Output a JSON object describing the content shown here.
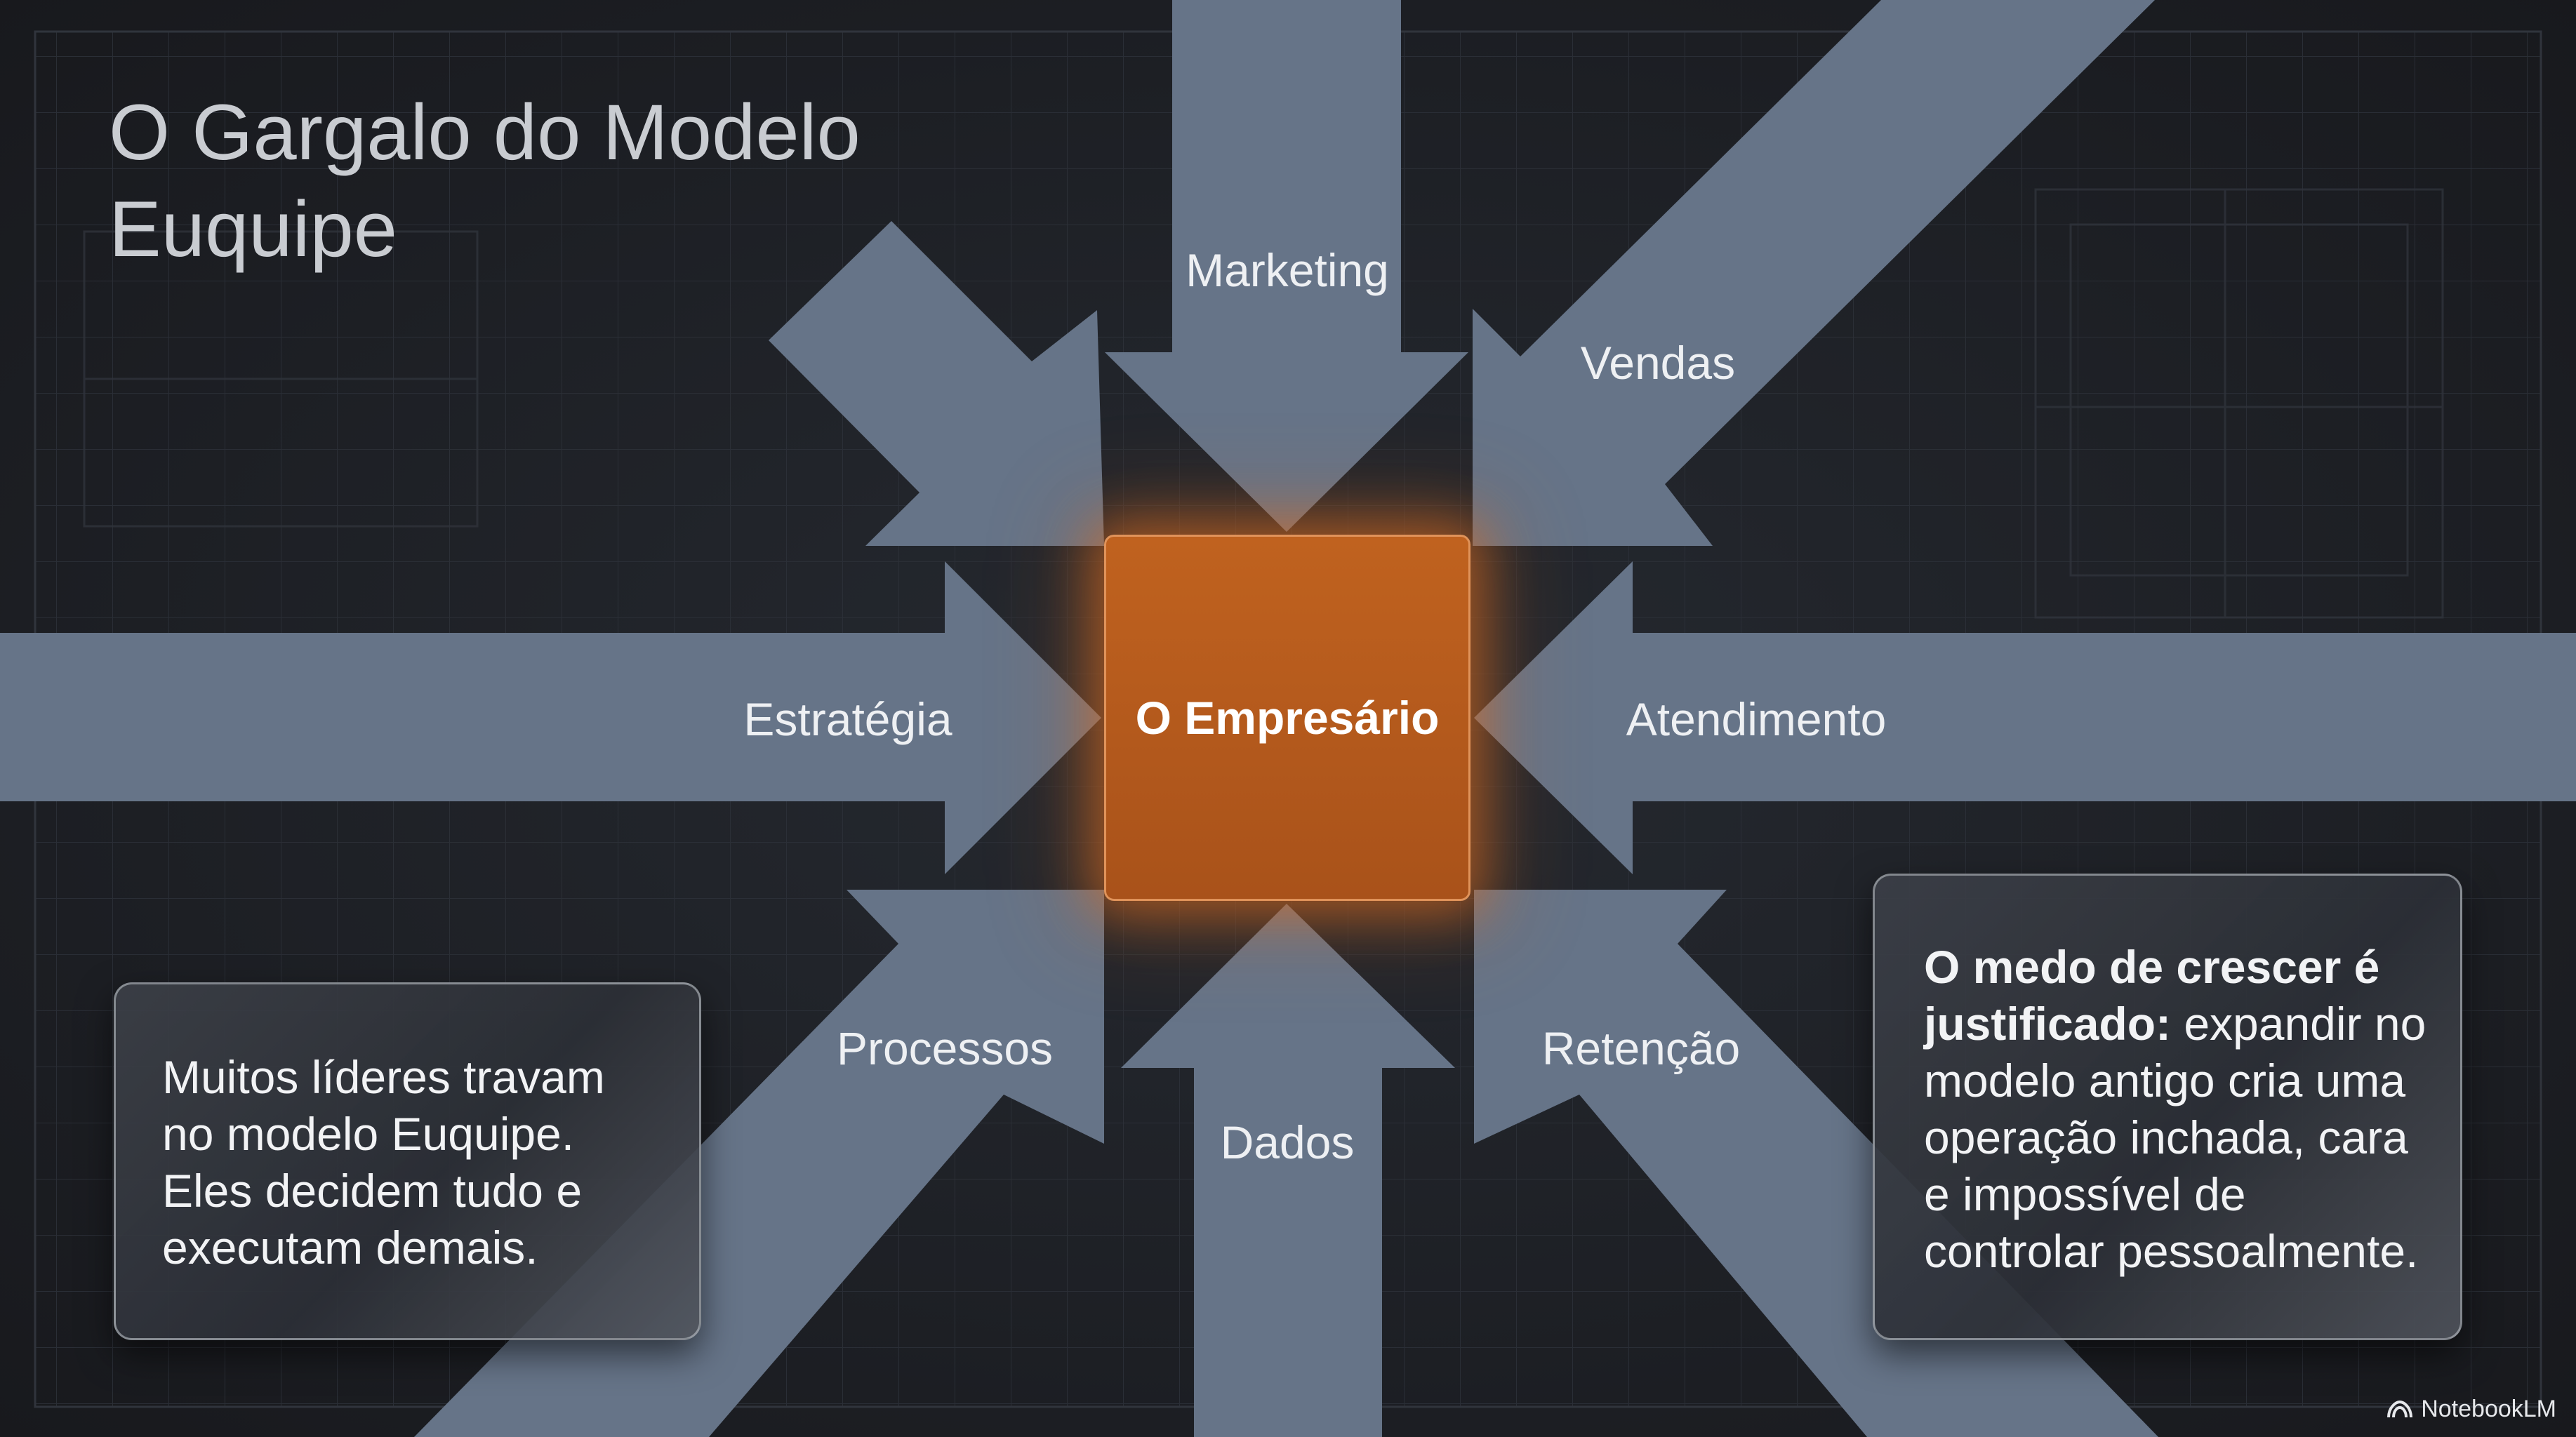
{
  "slide": {
    "title": "O Gargalo do Modelo Euquipe",
    "center": "O Empresário",
    "arrows": {
      "marketing": "Marketing",
      "vendas": "Vendas",
      "estrategia": "Estratégia",
      "atendimento": "Atendimento",
      "processos": "Processos",
      "dados": "Dados",
      "retencao": "Retenção"
    },
    "left_card": {
      "text": "Muitos líderes travam no modelo Euquipe. Eles decidem tudo e executam demais."
    },
    "right_card": {
      "lead": "O medo de crescer é justificado:",
      "text": " expandir no modelo antigo cria uma operação inchada, cara e impossível de controlar pessoalmente."
    },
    "brand": "NotebookLM"
  },
  "colors": {
    "background": "#1e2025",
    "arrow": "#667488",
    "center_box": "#b65a1c",
    "title_text": "#c9ccd1",
    "label_text": "#eef0f3"
  },
  "icons": {
    "brand_icon": "notebooklm-logo-icon"
  }
}
